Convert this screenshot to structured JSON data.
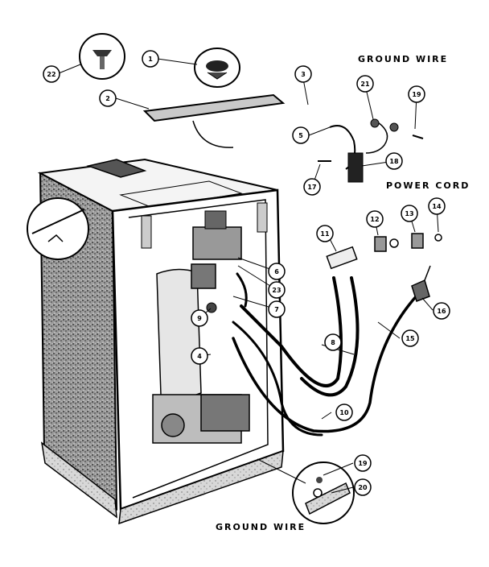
{
  "labels": {
    "ground_wire_top": "GROUND WIRE",
    "power_cord": "POWER CORD",
    "ground_wire_bottom": "GROUND WIRE"
  },
  "callouts": [
    "22",
    "1",
    "2",
    "3",
    "21",
    "19",
    "5",
    "18",
    "17",
    "11",
    "12",
    "13",
    "14",
    "6",
    "23",
    "7",
    "9",
    "4",
    "8",
    "16",
    "15",
    "10",
    "19",
    "20"
  ]
}
